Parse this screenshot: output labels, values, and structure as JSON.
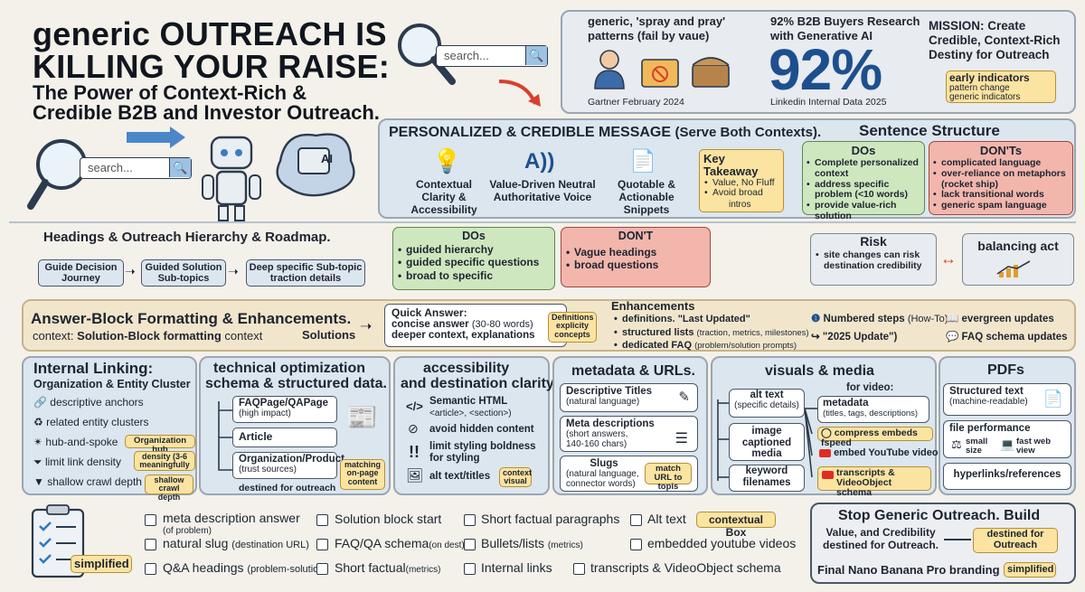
{
  "hero": {
    "title_line1": "generic OUTREACH IS",
    "title_line2": "KILLING YOUR RAISE:",
    "subtitle_line1": "The Power of Context-Rich &",
    "subtitle_line2": "Credible B2B and Investor Outreach.",
    "search_placeholder_top": "search...",
    "search_placeholder_left": "search...",
    "robot_chip": "AI"
  },
  "stats": {
    "spray_label": "generic, 'spray and pray' patterns (fail by vaue)",
    "spray_source": "Gartner February 2024",
    "pct_label": "92% B2B Buyers Research with Generative AI",
    "pct_value": "92%",
    "pct_source": "Linkedin Internal Data 2025",
    "mission": "MISSION: Create Credible, Context-Rich Destiny for Outreach",
    "indicators_note": "early indicators",
    "indicators_sub": "pattern change generic indicators"
  },
  "personalized": {
    "title": "PERSONALIZED & CREDIBLE MESSAGE",
    "title_suffix": "(Serve Both Contexts).",
    "item1": "Contextual Clarity & Accessibility",
    "item2": "Value-Driven Neutral Authoritative Voice",
    "item3": "Quotable & Actionable Snippets",
    "takeaway_title": "Key Takeaway",
    "takeaway_items": [
      "Value, No Fluff",
      "Avoid broad"
    ],
    "takeaway_note": "intros"
  },
  "sentence": {
    "title": "Sentence Structure",
    "dos_title": "DOs",
    "dos": [
      "Complete personalized context",
      "address specific problem (<10 words)",
      "provide value-rich solution"
    ],
    "donts_title": "DON'Ts",
    "donts": [
      "complicated language",
      "over-reliance on metaphors (rocket ship)",
      "lack transitional words",
      "generic spam language"
    ]
  },
  "headings": {
    "title": "Headings & Outreach Hierarchy & Roadmap.",
    "flow": [
      "Guide Decision Journey",
      "Guided Solution Sub-topics",
      "Deep specific Sub-topic traction details"
    ],
    "dos_title": "DOs",
    "dos": [
      "guided hierarchy",
      "guided specific questions",
      "broad to specific"
    ],
    "dont_title": "DON'T",
    "donts": [
      "Vague headings",
      "broad questions"
    ],
    "risk_title": "Risk",
    "risk_items": [
      "site changes can risk destination credibility"
    ],
    "balance": "balancing act"
  },
  "answer": {
    "title": "Answer-Block Formatting & Enhancements.",
    "context_prefix": "context:",
    "context_bold": "Solution-Block formatting",
    "context_suffix": "context",
    "solutions": "Solutions",
    "quick_title": "Quick Answer:",
    "quick_line1": "concise answer",
    "quick_line1_small": "(30-80 words)",
    "quick_line2": "deeper context, explanations",
    "definitions_note": "Definitions explicity concepts",
    "enh_title": "Enhancements",
    "enh_items": [
      {
        "text": "definitions. \"Last Updated\"",
        "small": ""
      },
      {
        "text": "structured lists",
        "small": "(traction, metrics, milestones)"
      },
      {
        "text": "dedicated FAQ",
        "small": "(problem/solution prompts)"
      }
    ],
    "numbered": "Numbered steps",
    "numbered_small": "(How-To)",
    "update": "\"2025 Update\")",
    "evergreen": "evergreen updates",
    "faq_schema": "FAQ schema updates"
  },
  "linking": {
    "title1": "Internal Linking:",
    "title2": "Organization & Entity Cluster",
    "items": [
      "descriptive anchors",
      "related entity clusters",
      "hub-and-spoke",
      "limit link density",
      "shallow crawl depth"
    ],
    "hub_note": "Organization hub",
    "density_note": "density (3-6 meaningfully",
    "crawl_note": "shallow crawl depth"
  },
  "technical": {
    "title1": "technical optimization",
    "title2": "schema & structured data.",
    "box1": "FAQPage/QAPage",
    "box1_small": "(high impact)",
    "box2": "Article",
    "box3": "Organization/Product",
    "box3_small": "(trust sources)",
    "destined": "destined for outreach",
    "matching_note": "matching on-page content"
  },
  "access": {
    "title1": "accessibility",
    "title2": "and destination clarity",
    "semantic": "Semantic HTML",
    "semantic_small": "<article>, <section>)",
    "hidden": "avoid hidden content",
    "styling": "limit styling boldness for styling",
    "alt": "alt text/titles",
    "context_note": "context visual"
  },
  "metadata": {
    "title": "metadata & URLs.",
    "desc_title": "Descriptive Titles",
    "desc_small": "(natural language)",
    "meta_title": "Meta descriptions",
    "meta_small": "(short answers, 140-160 chars)",
    "slugs_title": "Slugs",
    "slugs_small": "(natural language, connector words)",
    "match_note": "match URL to topis"
  },
  "visuals": {
    "title": "visuals & media",
    "for_video": "for video:",
    "alt": "alt text",
    "alt_small": "(specific details)",
    "image": "image captioned media",
    "keyword": "keyword filenames",
    "metadata": "metadata",
    "metadata_small": "(titles, tags, descriptions)",
    "compress": "compress embeds fspeed",
    "embed": "embed YouTube videos",
    "transcripts": "transcripts & VideoObject schema"
  },
  "pdfs": {
    "title": "PDFs",
    "structured": "Structured text",
    "structured_small": "(machine-readable)",
    "perf": "file performance",
    "size": "small size",
    "web": "fast web view",
    "hyperlinks": "hyperlinks/references"
  },
  "checklist": {
    "simplified_note": "simplified",
    "col1": [
      {
        "text": "meta description answer",
        "small": "(of problem)"
      },
      {
        "text": "natural slug",
        "small": "(destination URL)"
      },
      {
        "text": "Q&A headings",
        "small": "(problem-solution)"
      }
    ],
    "col2": [
      {
        "text": "Solution block start",
        "small": ""
      },
      {
        "text": "FAQ/QA schema",
        "small": "(on dest)"
      },
      {
        "text": "Short factual",
        "small": "(metrics)"
      }
    ],
    "col3": [
      {
        "text": "Short factual paragraphs",
        "small": ""
      },
      {
        "text": "Bullets/lists",
        "small": "(metrics)"
      },
      {
        "text": "Internal links",
        "small": ""
      }
    ],
    "col4": [
      {
        "text": "Alt text",
        "small": ""
      },
      {
        "text": "embedded youtube videos",
        "small": ""
      },
      {
        "text": "transcripts & VideoObject schema",
        "small": ""
      }
    ],
    "contextual_note": "contextual Box"
  },
  "footer": {
    "title": "Stop Generic Outreach. Build",
    "sub": "Value, and Credibility destined for Outreach.",
    "dest_note": "destined for Outreach",
    "branding": "Final Nano Banana Pro branding",
    "simplified_note": "simplified"
  },
  "colors": {
    "green": "#cfe7bf",
    "red": "#f2b6ac",
    "note": "#fbe3a1",
    "blue": "#dce6ef",
    "cream": "#f1e6cc",
    "accent": "#1d4f8f"
  }
}
